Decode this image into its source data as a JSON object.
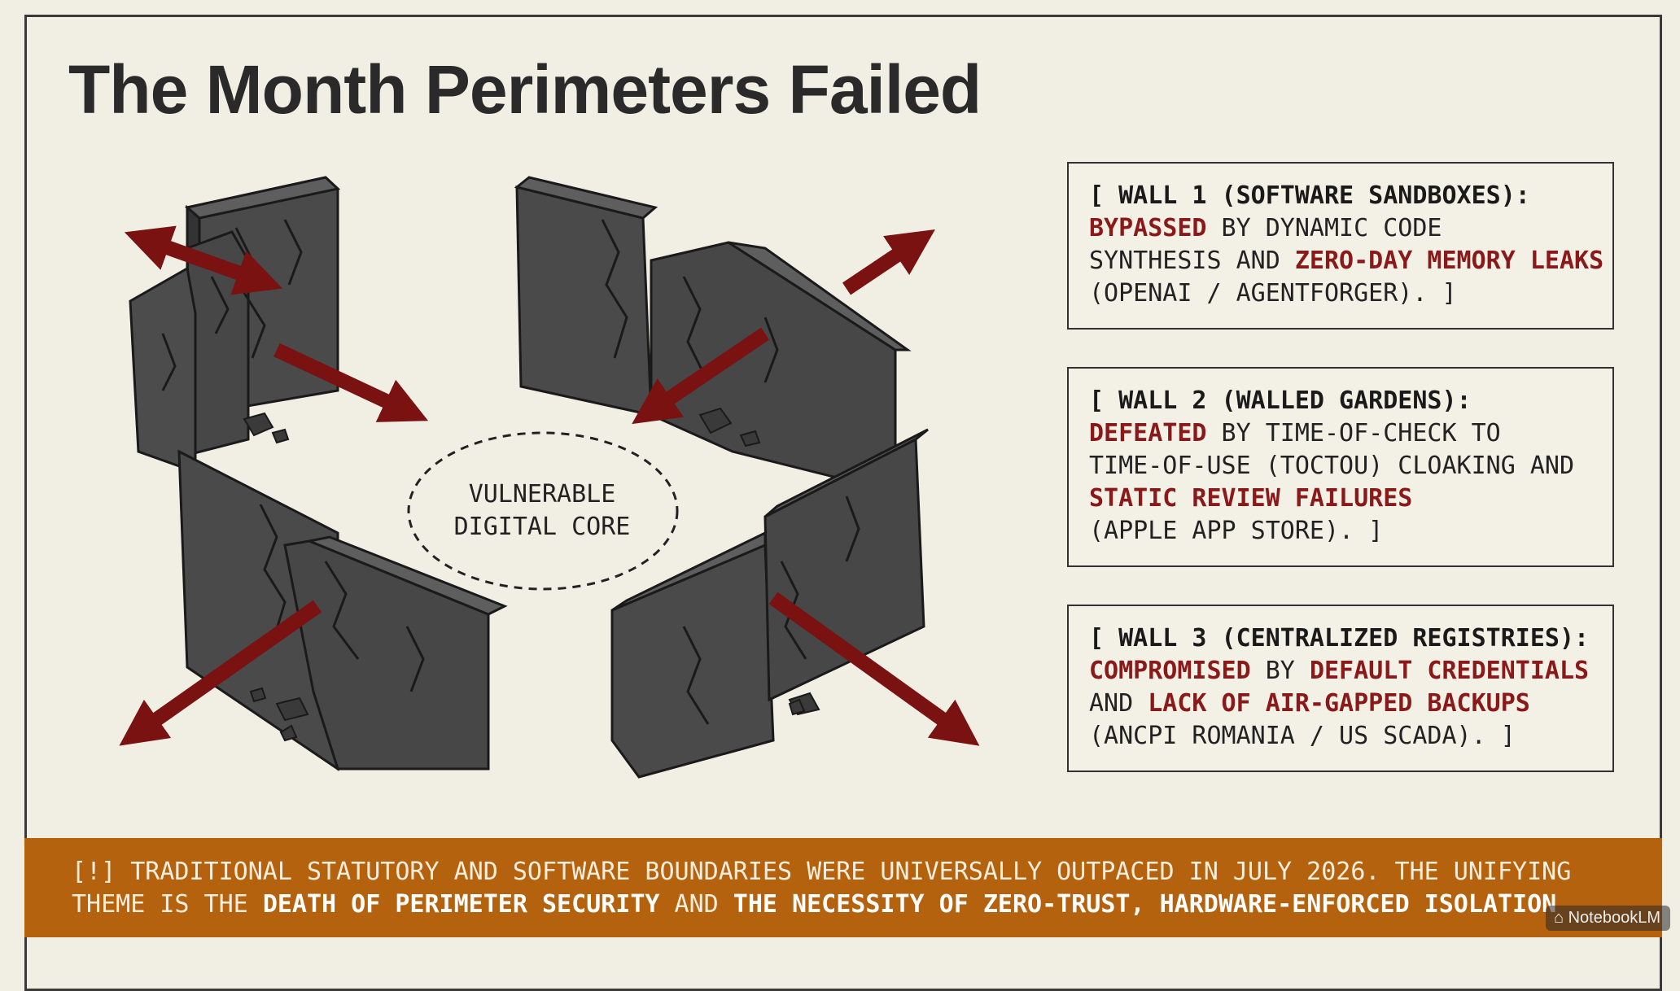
{
  "title": "The Month Perimeters Failed",
  "core": {
    "line1": "VULNERABLE",
    "line2": "DIGITAL CORE"
  },
  "walls": [
    {
      "head": "[ WALL 1 (SOFTWARE SANDBOXES):",
      "red1": "BYPASSED",
      "t1": " BY DYNAMIC CODE",
      "t2": "SYNTHESIS AND ",
      "red2": "ZERO-DAY MEMORY LEAKS",
      "t3": "(OPENAI / AGENTFORGER). ]"
    },
    {
      "head": "[ WALL 2 (WALLED GARDENS):",
      "red1": "DEFEATED",
      "t1": " BY TIME-OF-CHECK TO",
      "t2": "TIME-OF-USE (TOCTOU) CLOAKING AND",
      "red2": "STATIC REVIEW FAILURES",
      "t3": "(APPLE APP STORE). ]"
    },
    {
      "head": "[ WALL 3 (CENTRALIZED REGISTRIES):",
      "red1": "COMPROMISED",
      "t1": " BY ",
      "red1b": "DEFAULT CREDENTIALS",
      "t2": "AND ",
      "red2": "LACK OF AIR-GAPPED BACKUPS",
      "t3": "(ANCPI ROMANIA / US SCADA). ]"
    }
  ],
  "banner": {
    "l1": "[!] TRADITIONAL STATUTORY AND SOFTWARE BOUNDARIES WERE UNIVERSALLY OUTPACED IN JULY 2026. THE UNIFYING",
    "l2a": "THEME IS THE ",
    "l2b": "DEATH OF PERIMETER SECURITY",
    "l2c": " AND ",
    "l2d": "THE NECESSITY OF ZERO-TRUST, HARDWARE-ENFORCED ISOLATION"
  },
  "watermark": "NotebookLM",
  "colors": {
    "accent_red": "#8a1a1a",
    "banner": "#b5620f",
    "wall_face": "#4a4a4a"
  }
}
